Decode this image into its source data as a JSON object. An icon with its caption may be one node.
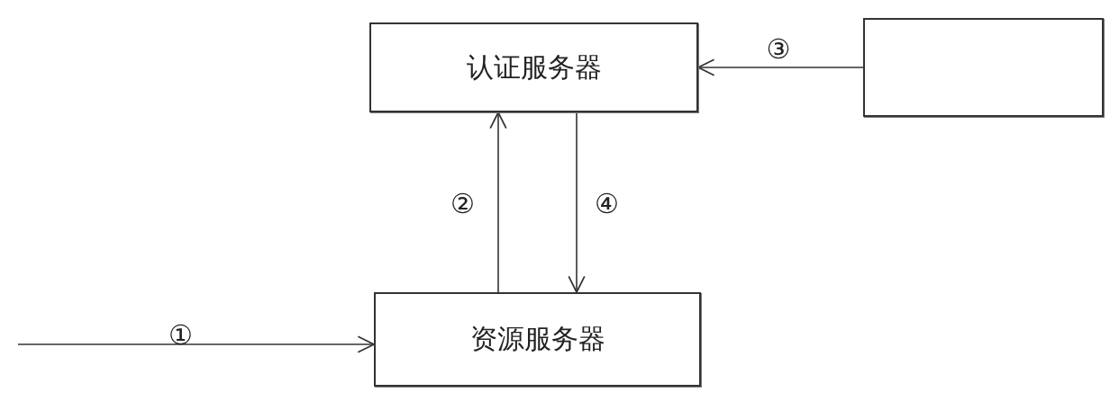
{
  "diagram": {
    "nodes": [
      {
        "text": [
          "认证服务器"
        ]
      },
      {
        "text": [],
        "shape": "box"
      },
      {
        "text": [
          "资源服务器"
        ]
      }
    ],
    "edges": [
      {
        "from": 1,
        "to": 0,
        "arrow": "to",
        "label": "③"
      },
      {
        "from": 2,
        "to": 0,
        "arrow": "to",
        "label": "②"
      },
      {
        "from": 0,
        "to": 2,
        "arrow": "to",
        "label": "④"
      },
      {
        "from": null,
        "to": 2,
        "arrow": "to",
        "label": "①"
      }
    ]
  }
}
